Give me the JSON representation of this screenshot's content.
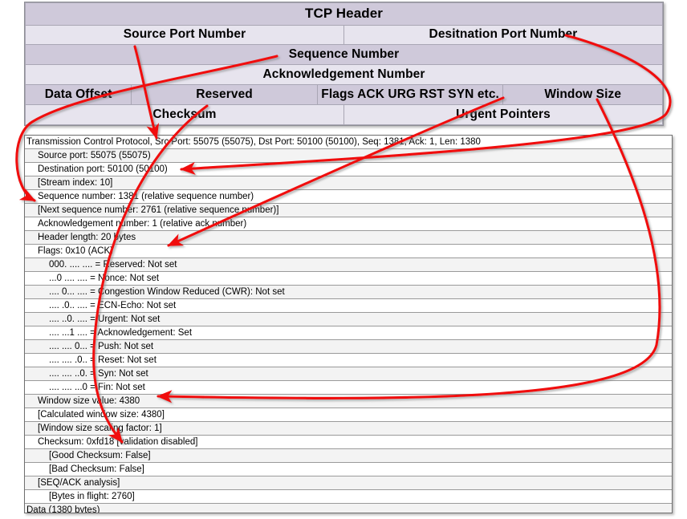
{
  "header_diagram": {
    "title": "TCP Header",
    "rows": [
      {
        "shade": "dark",
        "cells": [
          {
            "label": "TCP Header",
            "span": 24
          }
        ]
      },
      {
        "shade": "light",
        "cells": [
          {
            "label": "Source Port Number",
            "span": 12
          },
          {
            "label": "Desitnation Port Number",
            "span": 12
          }
        ]
      },
      {
        "shade": "dark",
        "cells": [
          {
            "label": "Sequence Number",
            "span": 24
          }
        ]
      },
      {
        "shade": "light",
        "cells": [
          {
            "label": "Acknowledgement Number",
            "span": 24
          }
        ]
      },
      {
        "shade": "dark",
        "cells": [
          {
            "label": "Data Offset",
            "span": 4
          },
          {
            "label": "Reserved",
            "span": 7
          },
          {
            "label": "Flags ACK URG RST SYN etc.",
            "span": 7
          },
          {
            "label": "Window Size",
            "span": 6
          }
        ]
      },
      {
        "shade": "light",
        "cells": [
          {
            "label": "Checksum",
            "span": 12
          },
          {
            "label": "Urgent Pointers",
            "span": 12
          }
        ]
      }
    ]
  },
  "packet_detail": {
    "rows": [
      {
        "indent": 0,
        "text": "Transmission Control Protocol, Src Port: 55075 (55075), Dst Port: 50100 (50100), Seq: 1381, Ack: 1, Len: 1380"
      },
      {
        "indent": 1,
        "text": "Source port: 55075 (55075)"
      },
      {
        "indent": 1,
        "text": "Destination port: 50100 (50100)"
      },
      {
        "indent": 1,
        "text": "[Stream index: 10]"
      },
      {
        "indent": 1,
        "text": "Sequence number: 1381    (relative sequence number)"
      },
      {
        "indent": 1,
        "text": "[Next sequence number: 2761    (relative sequence number)]"
      },
      {
        "indent": 1,
        "text": "Acknowledgement number: 1    (relative ack number)"
      },
      {
        "indent": 1,
        "text": "Header length: 20 bytes"
      },
      {
        "indent": 1,
        "text": "Flags: 0x10 (ACK)"
      },
      {
        "indent": 2,
        "text": "000. .... .... = Reserved: Not set"
      },
      {
        "indent": 2,
        "text": "...0 .... .... = Nonce: Not set"
      },
      {
        "indent": 2,
        "text": ".... 0... .... = Congestion Window Reduced (CWR): Not set"
      },
      {
        "indent": 2,
        "text": ".... .0.. .... = ECN-Echo: Not set"
      },
      {
        "indent": 2,
        "text": ".... ..0. .... = Urgent: Not set"
      },
      {
        "indent": 2,
        "text": ".... ...1 .... = Acknowledgement: Set"
      },
      {
        "indent": 2,
        "text": ".... .... 0... = Push: Not set"
      },
      {
        "indent": 2,
        "text": ".... .... .0.. = Reset: Not set"
      },
      {
        "indent": 2,
        "text": ".... .... ..0. = Syn: Not set"
      },
      {
        "indent": 2,
        "text": ".... .... ...0 = Fin: Not set"
      },
      {
        "indent": 1,
        "text": "Window size value: 4380"
      },
      {
        "indent": 1,
        "text": "[Calculated window size: 4380]"
      },
      {
        "indent": 1,
        "text": "[Window size scaling factor: 1]"
      },
      {
        "indent": 1,
        "text": "Checksum: 0xfd18 [validation disabled]"
      },
      {
        "indent": 2,
        "text": "[Good Checksum: False]"
      },
      {
        "indent": 2,
        "text": "[Bad Checksum: False]"
      },
      {
        "indent": 1,
        "text": "[SEQ/ACK analysis]"
      },
      {
        "indent": 2,
        "text": "[Bytes in flight: 2760]"
      },
      {
        "indent": 0,
        "text": "Data (1380 bytes)"
      }
    ]
  },
  "annotations": {
    "arrow_color": "#f01010",
    "arrows": [
      {
        "name": "source-port-arrow",
        "from_field": "Source Port Number",
        "to_field": "Src Port: 55075"
      },
      {
        "name": "destination-port-arrow",
        "from_field": "Desitnation Port Number",
        "to_field": "Destination port: 50100 (50100)"
      },
      {
        "name": "sequence-number-arrow",
        "from_field": "Sequence Number",
        "to_field": "Sequence number: 1381"
      },
      {
        "name": "flags-arrow",
        "from_field": "Flags ACK URG RST SYN etc.",
        "to_field": "Flags: 0x10 (ACK)"
      },
      {
        "name": "window-size-arrow",
        "from_field": "Window Size",
        "to_field": "Window size value: 4380"
      },
      {
        "name": "checksum-arrow",
        "from_field": "Checksum",
        "to_field": "Checksum: 0xfd18"
      }
    ]
  },
  "palette": {
    "row_dark": "#cfc9da",
    "row_light": "#e7e4ee",
    "arrow_red": "#f01010",
    "detail_border": "#6f6f6f"
  }
}
